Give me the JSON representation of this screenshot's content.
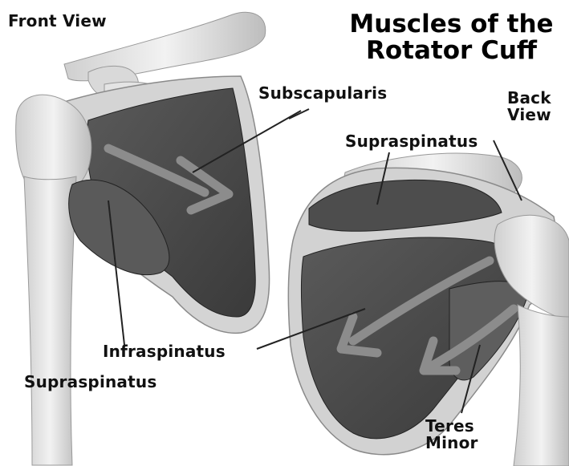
{
  "title": {
    "line1": "Muscles of the",
    "line2": "Rotator Cuff"
  },
  "views": {
    "front": "Front View",
    "back_line1": "Back",
    "back_line2": "View"
  },
  "labels": {
    "subscapularis": "Subscapularis",
    "supraspinatus_back": "Supraspinatus",
    "infraspinatus": "Infraspinatus",
    "supraspinatus_front": "Supraspinatus",
    "teres_minor_line1": "Teres",
    "teres_minor_line2": "Minor"
  },
  "colors": {
    "bone": "#e9e9e9",
    "bone_shadow": "#b8b8b8",
    "muscle_dark": "#4a4a4a",
    "muscle_mid": "#6e6e6e",
    "arrow": "#8c8c8c"
  }
}
